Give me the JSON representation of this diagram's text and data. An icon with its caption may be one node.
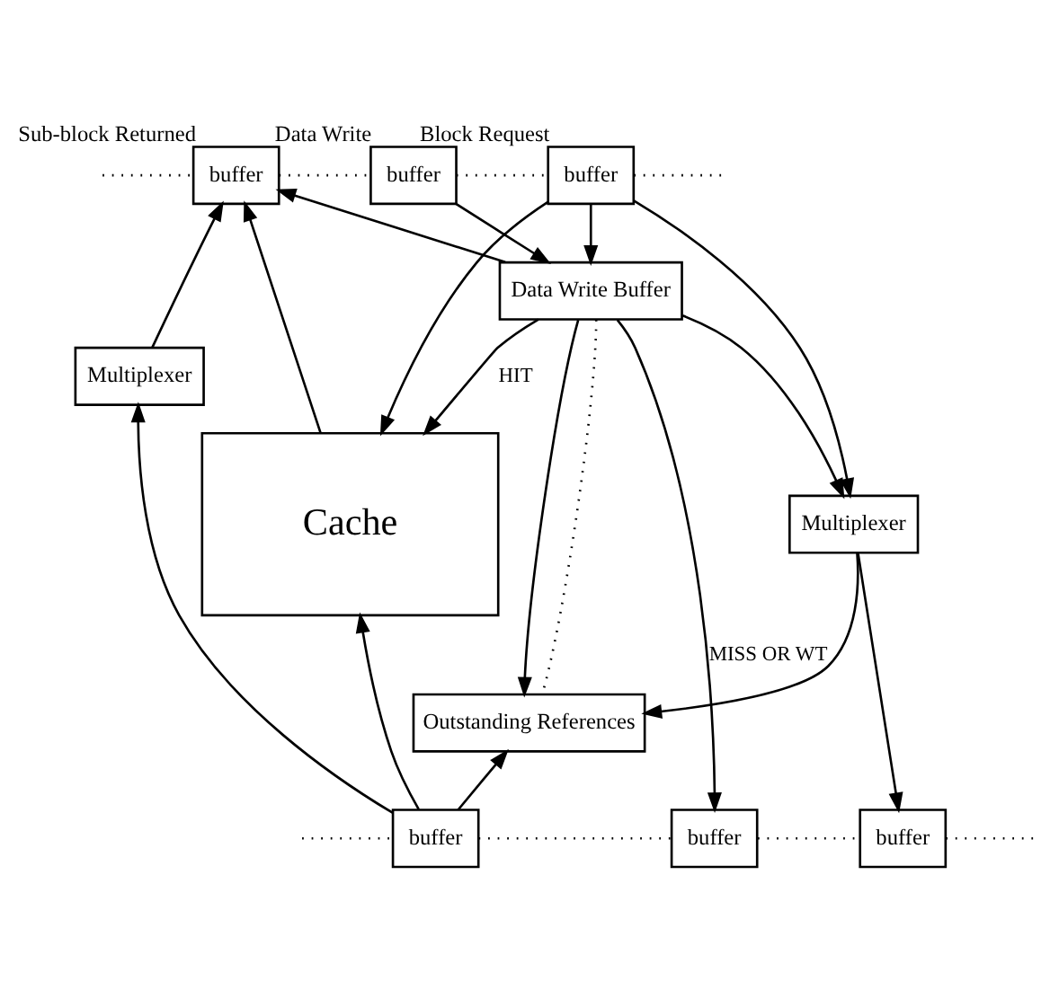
{
  "diagram": {
    "nodes": [
      {
        "text": [
          "buffer"
        ],
        "beside": [
          "Sub-block Returned"
        ]
      },
      {
        "text": [
          "buffer"
        ],
        "beside": [
          "Data Write"
        ]
      },
      {
        "text": [
          "buffer"
        ],
        "beside": [
          "Block Request"
        ]
      },
      {
        "text": [
          "Data Write Buffer"
        ]
      },
      {
        "text": [
          "Cache"
        ]
      },
      {
        "text": [
          "Multiplexer"
        ]
      },
      {
        "text": [
          "Multiplexer"
        ]
      },
      {
        "text": [
          "Outstanding References"
        ]
      },
      {
        "text": [
          "buffer"
        ]
      },
      {
        "text": [
          "buffer"
        ]
      },
      {
        "text": [
          "buffer"
        ]
      }
    ],
    "edges": [
      {
        "from": null,
        "to": 0,
        "arrow": "none",
        "style": "dashed"
      },
      {
        "from": 0,
        "to": 1,
        "arrow": "none",
        "style": "dashed"
      },
      {
        "from": 1,
        "to": 2,
        "arrow": "none",
        "style": "dashed"
      },
      {
        "from": 2,
        "to": null,
        "arrow": "none",
        "style": "dashed"
      },
      {
        "from": 1,
        "to": 3,
        "arrow": "to"
      },
      {
        "from": 2,
        "to": 3,
        "arrow": "to"
      },
      {
        "from": 2,
        "to": 4,
        "arrow": "to"
      },
      {
        "from": 2,
        "to": 5,
        "arrow": "to"
      },
      {
        "from": 3,
        "to": 0,
        "arrow": "to"
      },
      {
        "from": 3,
        "to": 4,
        "arrow": "to",
        "label": "HIT"
      },
      {
        "from": 3,
        "to": 9,
        "arrow": "to",
        "label": "MISS OR WT"
      },
      {
        "from": 3,
        "to": 5,
        "arrow": "to"
      },
      {
        "from": 3,
        "to": 7,
        "arrow": "to"
      },
      {
        "from": 3,
        "to": 7,
        "arrow": "none",
        "style": "dashed"
      },
      {
        "from": 4,
        "to": 0,
        "arrow": "to"
      },
      {
        "from": 6,
        "to": 0,
        "arrow": "to"
      },
      {
        "from": 5,
        "to": 10,
        "arrow": "to"
      },
      {
        "from": 5,
        "to": 7,
        "arrow": "to"
      },
      {
        "from": 8,
        "to": 6,
        "arrow": "to"
      },
      {
        "from": 8,
        "to": 4,
        "arrow": "to"
      },
      {
        "from": 8,
        "to": 7,
        "arrow": "to"
      },
      {
        "from": null,
        "to": 8,
        "arrow": "none",
        "style": "dashed"
      },
      {
        "from": 8,
        "to": 9,
        "arrow": "none",
        "style": "dashed"
      },
      {
        "from": 9,
        "to": 10,
        "arrow": "none",
        "style": "dashed"
      },
      {
        "from": 10,
        "to": null,
        "arrow": "none",
        "style": "dashed"
      }
    ]
  }
}
